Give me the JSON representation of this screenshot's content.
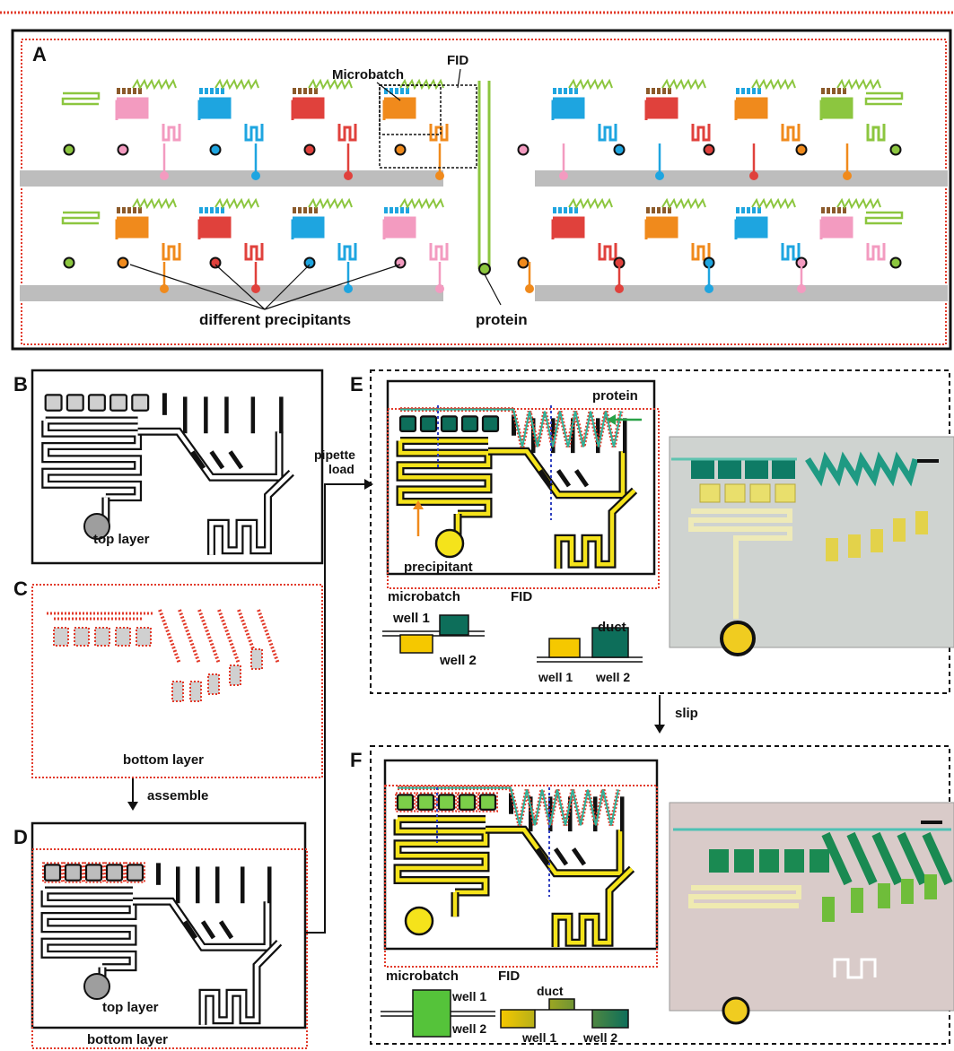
{
  "colors": {
    "green": "#8cc63f",
    "pink": "#f39bc0",
    "blue": "#1ea5e0",
    "brown": "#8b5a2b",
    "red": "#e0413c",
    "orange": "#f08a1c",
    "yellow": "#f5e31b",
    "dark_teal": "#0d6e5a",
    "teal": "#2fb49a",
    "dotted_red": "#e23a2a",
    "gray": "#bdbdbd"
  },
  "panel_a": {
    "letter": "A",
    "microbatch_label": "Microbatch",
    "fid_label": "FID",
    "precipitants_label": "different precipitants",
    "protein_label": "protein"
  },
  "panel_b": {
    "letter": "B",
    "top_layer_label": "top layer"
  },
  "panel_c": {
    "letter": "C",
    "bottom_layer_label": "bottom layer"
  },
  "assemble_label": "assemble",
  "panel_d": {
    "letter": "D",
    "top_layer_label": "top layer",
    "bottom_layer_label": "bottom layer"
  },
  "pipette_label_1": "pipette",
  "pipette_label_2": "load",
  "panel_e": {
    "letter": "E",
    "protein_label": "protein",
    "precipitant_label": "precipitant",
    "microbatch_label": "microbatch",
    "fid_label": "FID",
    "well1": "well 1",
    "well2": "well 2",
    "duct": "duct",
    "fid_well1": "well 1",
    "fid_well2": "well 2"
  },
  "slip_label": "slip",
  "panel_f": {
    "letter": "F",
    "microbatch_label": "microbatch",
    "fid_label": "FID",
    "well1": "well 1",
    "well2": "well 2",
    "duct": "duct",
    "fid_well1": "well 1",
    "fid_well2": "well 2"
  }
}
